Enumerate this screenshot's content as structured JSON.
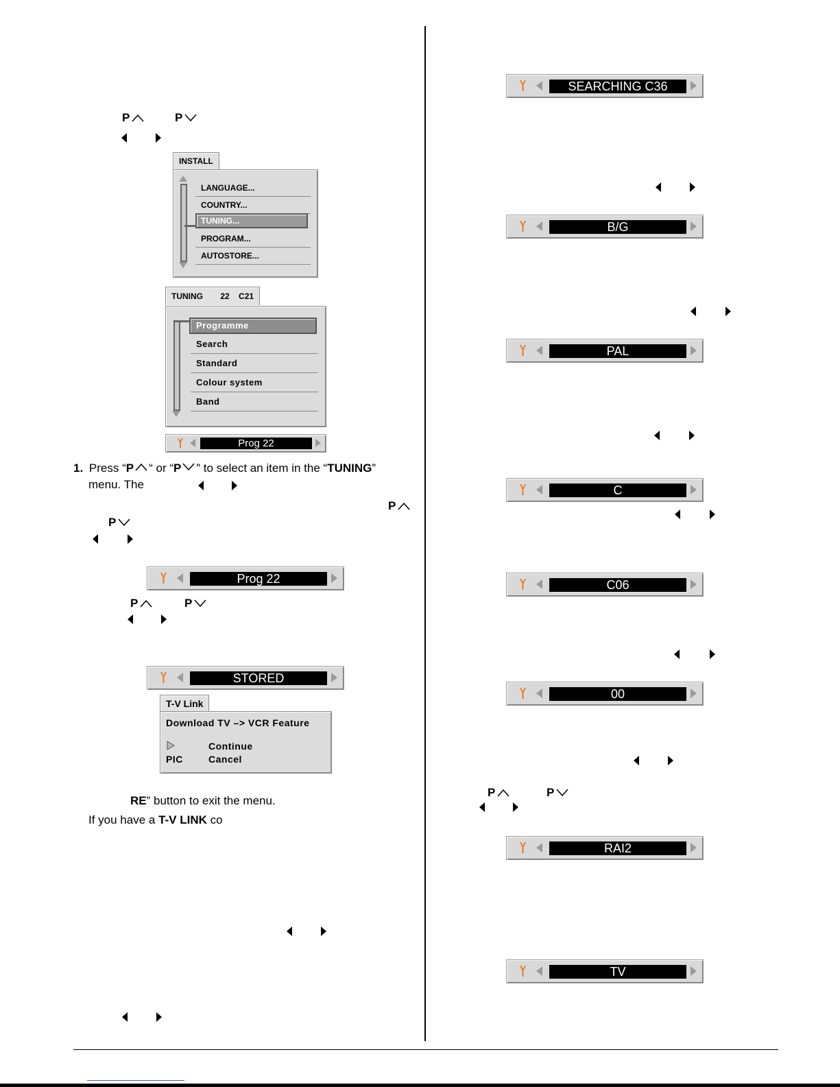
{
  "keys": {
    "p_up": "P",
    "p_down": "P"
  },
  "install_menu": {
    "tab": "INSTALL",
    "items": [
      "LANGUAGE...",
      "COUNTRY...",
      "TUNING...",
      "PROGRAM...",
      "AUTOSTORE..."
    ],
    "selected_index": 2
  },
  "tuning_menu": {
    "tab_label": "TUNING",
    "tab_prog": "22",
    "tab_channel": "C21",
    "items": [
      "Programme",
      "Search",
      "Standard",
      "Colour system",
      "Band"
    ],
    "selected_index": 0
  },
  "osd_left": {
    "small_prog": "Prog  22",
    "prog": "Prog  22",
    "stored": "STORED"
  },
  "step1": {
    "number": "1.",
    "press": "Press “",
    "p1": "P",
    "or": "“ or “",
    "p2": "P",
    "select": "” to select an item in the “",
    "tuning": "TUNING",
    "close": "”",
    "menu_the": "menu. The"
  },
  "tvlink": {
    "tab": "T-V Link",
    "line1": "Download  TV –> VCR Feature",
    "continue": "Continue",
    "pic": "PIC",
    "cancel": "Cancel"
  },
  "exit_text": {
    "re": "RE",
    "rest": "” button to exit the menu."
  },
  "tvlink_text": {
    "prefix": "If you have a ",
    "bold": "T-V LINK",
    "suffix": " co"
  },
  "osd_right": [
    "SEARCHING  C36",
    "B/G",
    "PAL",
    "C",
    "C06",
    "00",
    "RAI2",
    "TV"
  ],
  "colors": {
    "wrench": "#e87a1e",
    "osd_bg": "#d9d9d9",
    "display": "#000000"
  }
}
